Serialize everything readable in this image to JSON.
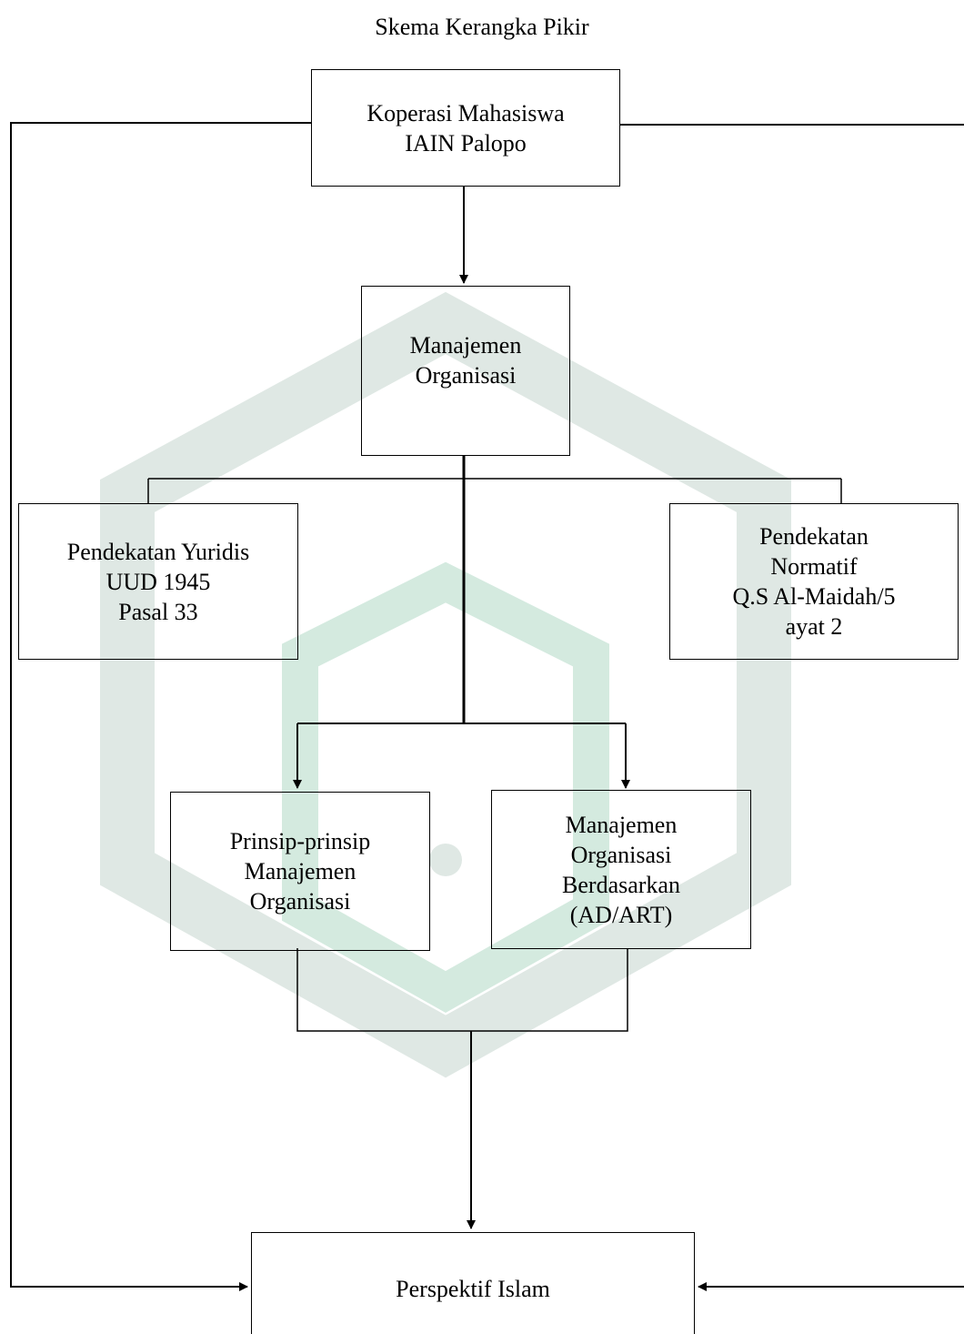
{
  "title": "Skema Kerangka Pikir",
  "nodes": {
    "koperasi": "Koperasi Mahasiswa\nIAIN Palopo",
    "manajemen": "Manajemen\nOrganisasi",
    "yuridis": "Pendekatan Yuridis\nUUD 1945\nPasal 33",
    "normatif": "Pendekatan\nNormatif\nQ.S Al-Maidah/5\nayat 2",
    "prinsip": "Prinsip-prinsip\nManajemen\nOrganisasi",
    "adart": "Manajemen\nOrganisasi\nBerdasarkan\n(AD/ART)",
    "perspektif": "Perspektif Islam"
  },
  "colors": {
    "line": "#000000",
    "watermark": "#dfe8e4",
    "watermark_accent": "#d4eadf"
  }
}
